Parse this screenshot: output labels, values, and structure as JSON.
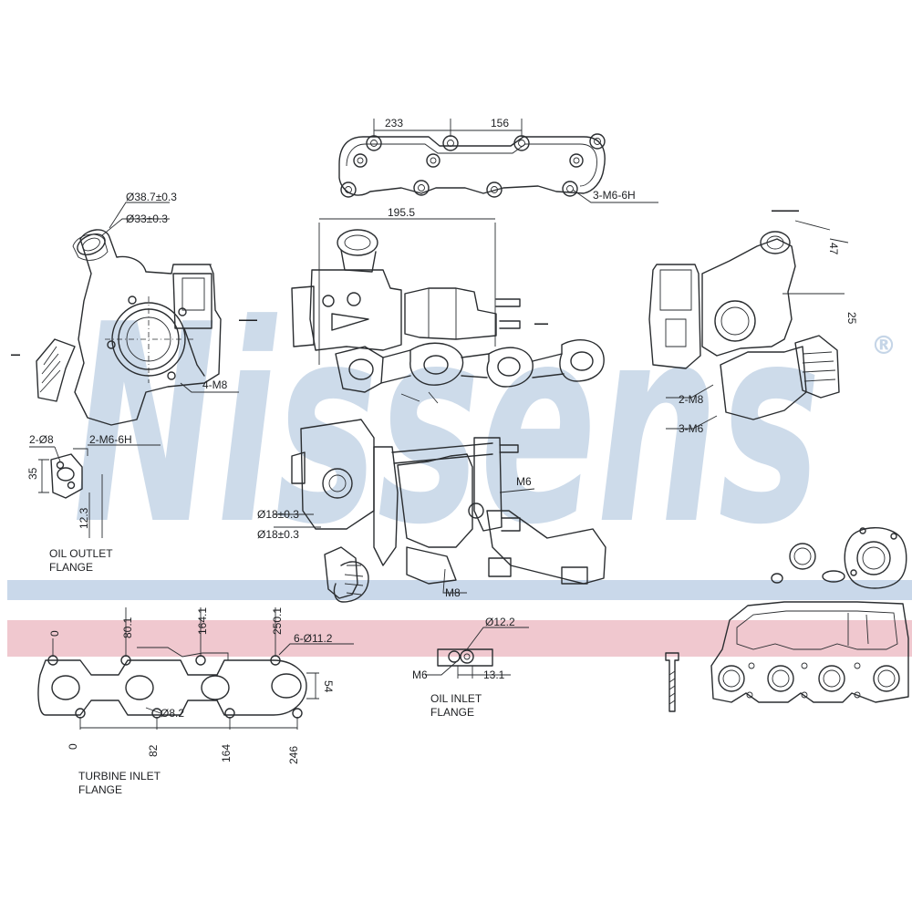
{
  "watermark": {
    "brand": "Nissens",
    "registered": "®",
    "color": "#c5d5e7",
    "band_blue": "#c9d8ea",
    "band_pink": "#f0c8cf"
  },
  "top_view": {
    "dim_233": "233",
    "dim_156": "156",
    "bolt_note": "3-M6-6H"
  },
  "center_view": {
    "dim_195_5": "195.5"
  },
  "left_view": {
    "dia_outer": "Ø38.7±0.3",
    "dia_inner": "Ø33±0.3",
    "bolt_note": "4-M8"
  },
  "right_view": {
    "bolt_note_1": "2-M8",
    "bolt_note_2": "3-M6",
    "dim_47": "47",
    "dim_25": "25"
  },
  "oil_outlet": {
    "holes": "2-Ø8",
    "thread": "2-M6-6H",
    "dim_35": "35",
    "dim_12_3": "12.3",
    "title_line1": "OIL OUTLET",
    "title_line2": "FLANGE"
  },
  "side_view": {
    "dia_1": "Ø18±0.3",
    "dia_2": "Ø18±0.3",
    "m6": "M6",
    "m8": "M8"
  },
  "turbine_inlet": {
    "top_marks": [
      "0",
      "80.1",
      "164.1",
      "250.1"
    ],
    "bottom_marks": [
      "0",
      "82",
      "164",
      "246"
    ],
    "holes": "6-Ø11.2",
    "port": "Ø8.2",
    "height": "54",
    "title_line1": "TURBINE INLET",
    "title_line2": "FLANGE"
  },
  "oil_inlet": {
    "dia": "Ø12.2",
    "thread": "M6",
    "dim": "13.1",
    "title_line1": "OIL INLET",
    "title_line2": "FLANGE"
  }
}
